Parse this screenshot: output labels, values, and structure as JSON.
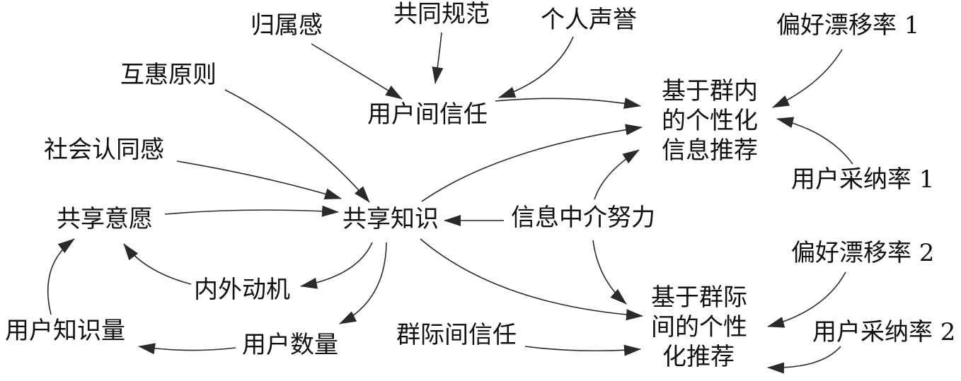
{
  "nodes": {
    "belonging": "归属感",
    "shared_norms": "共同规范",
    "personal_reputation": "个人声誉",
    "preference_drift_1": "偏好漂移率 1",
    "reciprocity": "互惠原则",
    "inter_user_trust": "用户间信任",
    "in_group_recommendation": [
      "基于群内",
      "的个性化",
      "信息推荐"
    ],
    "social_identity": "社会认同感",
    "user_adoption_1": "用户采纳率 1",
    "sharing_willingness": "共享意愿",
    "shared_knowledge": "共享知识",
    "intermediary_effort": "信息中介努力",
    "preference_drift_2": "偏好漂移率 2",
    "motivation": "内外动机",
    "inter_group_recommendation": [
      "基于群际",
      "间的个性",
      "化推荐"
    ],
    "user_knowledge": "用户知识量",
    "user_count": "用户数量",
    "inter_group_trust": "群际间信任",
    "user_adoption_2": "用户采纳率 2"
  },
  "edges": [
    {
      "from": "belonging",
      "to": "inter_user_trust"
    },
    {
      "from": "shared_norms",
      "to": "inter_user_trust"
    },
    {
      "from": "personal_reputation",
      "to": "inter_user_trust"
    },
    {
      "from": "inter_user_trust",
      "to": "in_group_recommendation"
    },
    {
      "from": "preference_drift_1",
      "to": "in_group_recommendation"
    },
    {
      "from": "user_adoption_1",
      "to": "in_group_recommendation"
    },
    {
      "from": "reciprocity",
      "to": "shared_knowledge"
    },
    {
      "from": "social_identity",
      "to": "shared_knowledge"
    },
    {
      "from": "sharing_willingness",
      "to": "shared_knowledge"
    },
    {
      "from": "intermediary_effort",
      "to": "shared_knowledge"
    },
    {
      "from": "shared_knowledge",
      "to": "in_group_recommendation"
    },
    {
      "from": "intermediary_effort",
      "to": "in_group_recommendation"
    },
    {
      "from": "intermediary_effort",
      "to": "inter_group_recommendation"
    },
    {
      "from": "shared_knowledge",
      "to": "inter_group_recommendation"
    },
    {
      "from": "shared_knowledge",
      "to": "motivation"
    },
    {
      "from": "shared_knowledge",
      "to": "user_count"
    },
    {
      "from": "motivation",
      "to": "sharing_willingness"
    },
    {
      "from": "user_knowledge",
      "to": "sharing_willingness"
    },
    {
      "from": "user_count",
      "to": "user_knowledge"
    },
    {
      "from": "inter_group_trust",
      "to": "inter_group_recommendation"
    },
    {
      "from": "preference_drift_2",
      "to": "inter_group_recommendation"
    },
    {
      "from": "user_adoption_2",
      "to": "inter_group_recommendation"
    }
  ]
}
